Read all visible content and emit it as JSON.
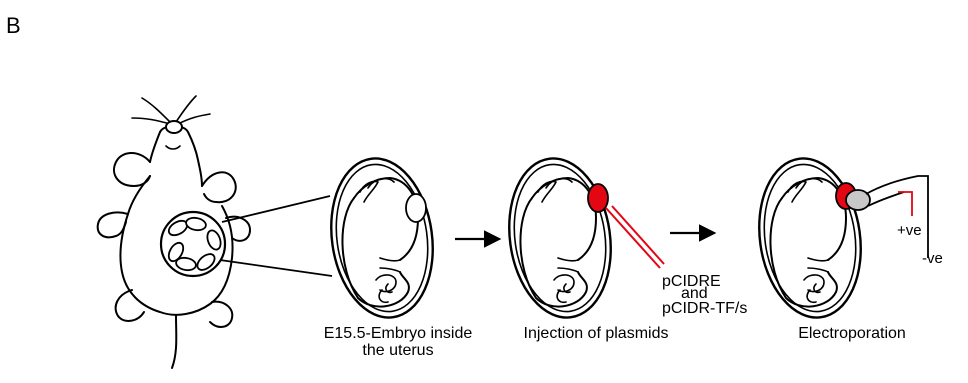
{
  "panel_letter": "B",
  "captions": {
    "step1_line1": "E15.5-Embryo inside",
    "step1_line2": "the uterus",
    "step2": "Injection of plasmids",
    "step3": "Electroporation"
  },
  "plasmids": {
    "line1": "pCIDRE",
    "line2": "and",
    "line3": "pCIDR-TF/s"
  },
  "electrodes": {
    "positive": "+ve",
    "negative": "-ve"
  },
  "colors": {
    "injection": "#e30613",
    "electrode_tip": "#c8c8c8",
    "outline": "#000000"
  }
}
